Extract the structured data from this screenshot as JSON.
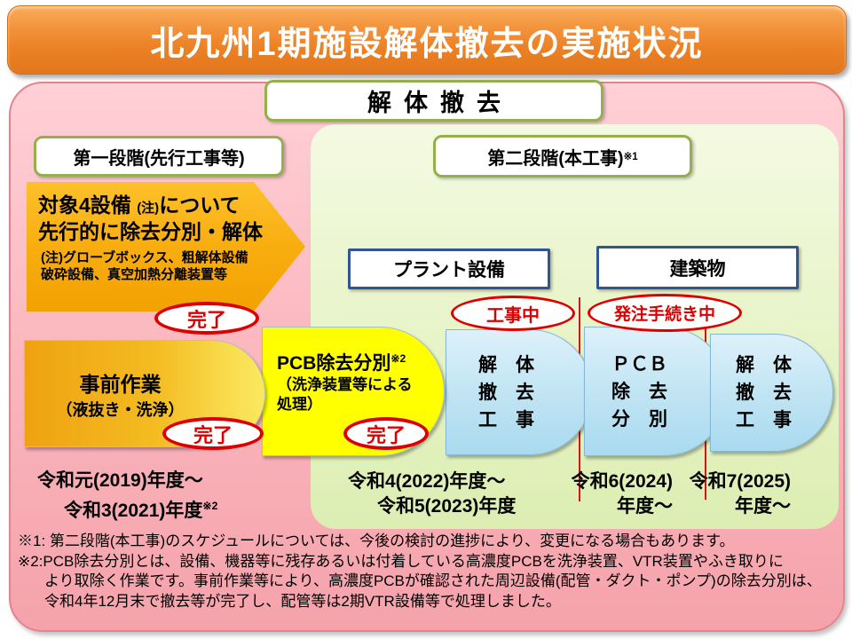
{
  "slide": {
    "title": "北九州1期施設解体撤去の実施状況",
    "header": "解体撤去",
    "stage1": {
      "label": "第一段階(先行工事等)",
      "target_arrow": {
        "line1_a": "対象4設備",
        "line1_note": "(注)",
        "line1_b": "について",
        "line2": "先行的に除去分別・解体",
        "note_line1": "(注)グローブボックス、粗解体設備",
        "note_line2": "破砕設備、真空加熱分離装置等"
      },
      "status_done1": "完了",
      "pre_work": {
        "title": "事前作業",
        "subtitle": "（液抜き・洗浄）"
      },
      "status_done2": "完了",
      "pcb_removal": {
        "title": "PCB除去分別",
        "sup": "※2",
        "sub1": "（洗浄装置等による",
        "sub2": "処理）"
      },
      "status_done3": "完了",
      "period": {
        "line1": "令和元(2019)年度～",
        "line2": "令和3(2021)年度",
        "sup": "※2"
      }
    },
    "stage2": {
      "label": "第二段階(本工事)",
      "label_sup": "※1",
      "plant": {
        "label": "プラント設備",
        "status": "工事中",
        "task": {
          "line1": "解　体",
          "line2": "撤　去",
          "line3": "工　事"
        },
        "period": {
          "line1": "令和4(2022)年度～",
          "line2": "令和5(2023)年度"
        }
      },
      "building": {
        "label": "建築物",
        "status": "発注手続き中",
        "task1": {
          "line1": "ＰＣＢ",
          "line2": "除　去",
          "line3": "分　別",
          "period1": "令和6(2024)",
          "period2": "年度～"
        },
        "task2": {
          "line1": "解　体",
          "line2": "撤　去",
          "line3": "工　事",
          "period1": "令和7(2025)",
          "period2": "年度～"
        }
      }
    },
    "notes": [
      "※1: 第二段階(本工事)のスケジュールについては、今後の検討の進捗により、変更になる場合もあります。",
      "※2:PCB除去分別とは、設備、機器等に残存あるいは付着している高濃度PCBを洗浄装置、VTR装置やふき取りに",
      "より取除く作業です。事前作業等により、高濃度PCBが確認された周辺設備(配管・ダクト・ポンプ)の除去分別は、",
      "令和4年12月末で撤去等が完了し、配管等は2期VTR設備等で処理しました。"
    ],
    "colors": {
      "banner_orange": "#EC8226",
      "panel_pink": "#F8ABB4",
      "panel_green": "#E7F4C8",
      "status_red": "#DD0000",
      "process_blue": "#BCE2F2",
      "pcb_yellow": "#FFFF00",
      "arrow_orange": "#F8AC0D",
      "label_border_olive": "#94B04C",
      "box_border_navy": "#2F5597"
    }
  }
}
